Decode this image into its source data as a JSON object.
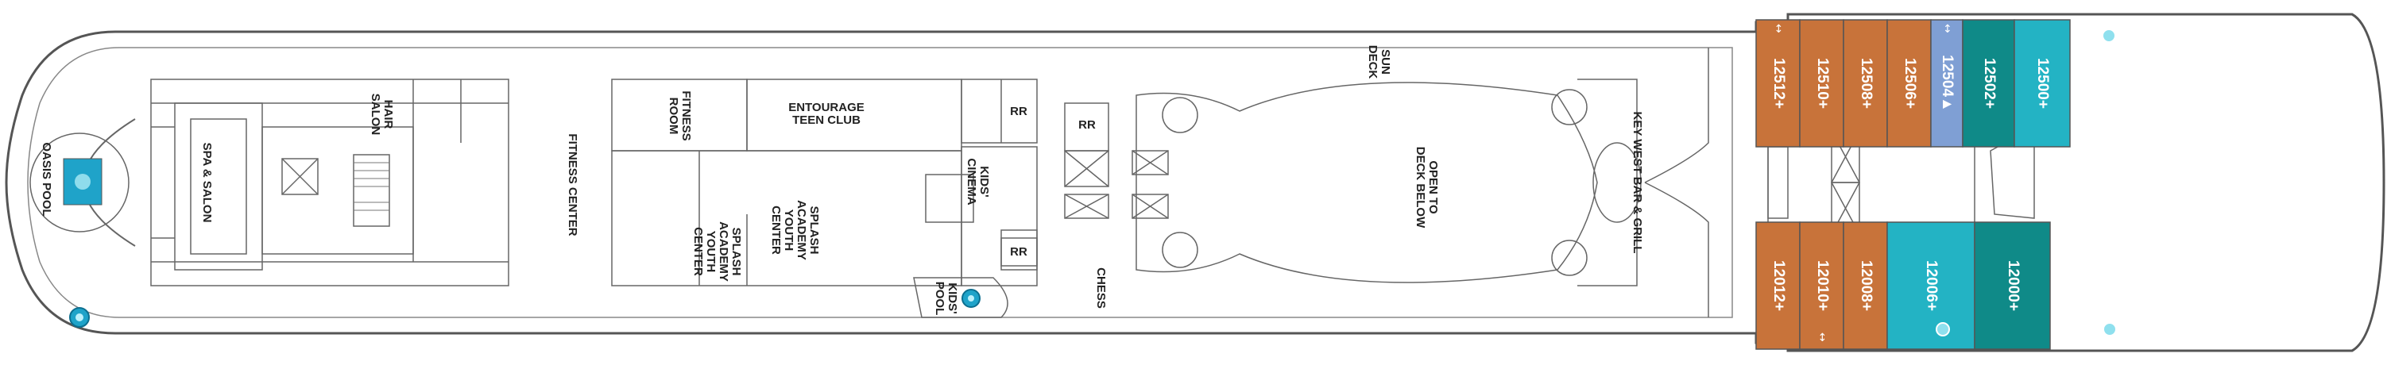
{
  "deck": {
    "colors": {
      "outline": "#555555",
      "hull_fill": "#ffffff",
      "suite_orange": "#c8733a",
      "suite_teal_dark": "#0f8a88",
      "suite_teal": "#23b3c4",
      "suite_blue_light": "#7f9fd4",
      "pool_blue": "#1fa3c9"
    },
    "venues": {
      "oasis_pool": "OASIS POOL",
      "spa_salon": "SPA & SALON",
      "hair_salon": "HAIR\nSALON",
      "fitness_center": "FITNESS CENTER",
      "fitness_room": "FITNESS\nROOM",
      "entourage": "ENTOURAGE\nTEEN CLUB",
      "rr": "RR",
      "kids_cinema": "KIDS'\nCINEMA",
      "splash_youth_1": "SPLASH\nACADEMY\nYOUTH\nCENTER",
      "splash_youth_2": "SPLASH\nACADEMY\nYOUTH\nCENTER",
      "kids_pool": "KIDS'\nPOOL",
      "chess": "CHESS",
      "sun_deck": "SUN\nDECK",
      "open_to_deck_below": "OPEN TO\nDECK BELOW",
      "key_west": "KEY WEST BAR & GRILL"
    },
    "cabins_top": [
      {
        "label": "12512+",
        "color": "suite_orange",
        "arrow": true
      },
      {
        "label": "12510+",
        "color": "suite_orange",
        "arrow": false
      },
      {
        "label": "12508+",
        "color": "suite_orange",
        "arrow": false
      },
      {
        "label": "12506+",
        "color": "suite_orange",
        "arrow": false
      },
      {
        "label": "12504▲",
        "color": "suite_blue_light",
        "arrow": true
      },
      {
        "label": "12502+",
        "color": "suite_teal_dark",
        "arrow": false
      },
      {
        "label": "12500+",
        "color": "suite_teal",
        "arrow": false
      }
    ],
    "cabins_bottom": [
      {
        "label": "12012+",
        "color": "suite_orange",
        "arrow": false
      },
      {
        "label": "12010+",
        "color": "suite_orange",
        "arrow": true
      },
      {
        "label": "12008+",
        "color": "suite_orange",
        "arrow": false
      },
      {
        "label": "12006+",
        "color": "suite_teal",
        "arrow": false
      },
      {
        "label": "12000+",
        "color": "suite_teal_dark",
        "arrow": false
      }
    ],
    "icons": {
      "arrow": "↕"
    }
  }
}
